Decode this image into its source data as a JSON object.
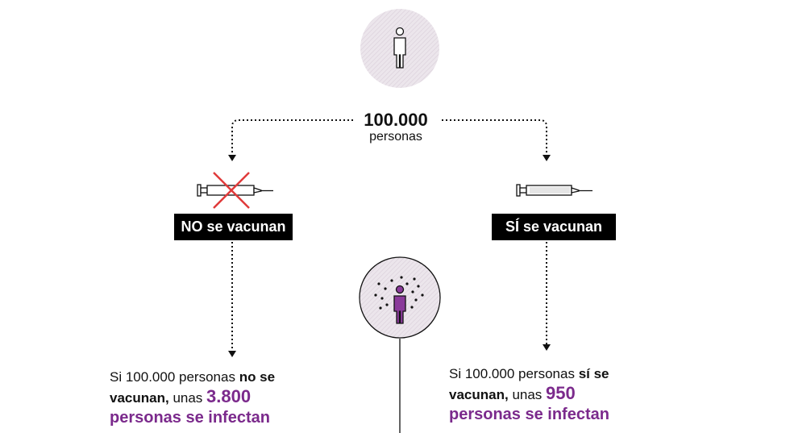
{
  "total": {
    "number": "100.000",
    "unit": "personas"
  },
  "groups": {
    "no": {
      "label": "NO se vacunan",
      "result_prefix": "Si 100.000 personas",
      "result_bold": "no se vacunan,",
      "result_mid": "unas",
      "result_number": "3.800",
      "result_tail": "personas se infectan"
    },
    "yes": {
      "label": "SÍ se vacunan",
      "result_prefix": "Si 100.000 personas",
      "result_bold": "sí se vacunan,",
      "result_mid": "unas",
      "result_number": "950",
      "result_tail": "personas se infectan"
    }
  },
  "colors": {
    "accent": "#7b2a8c",
    "cross": "#e03a3a",
    "circle_fill": "#e6e0e6",
    "box": "#000000"
  },
  "icons": [
    "person-icon",
    "syringe-icon",
    "cross-icon",
    "infected-person-icon"
  ]
}
